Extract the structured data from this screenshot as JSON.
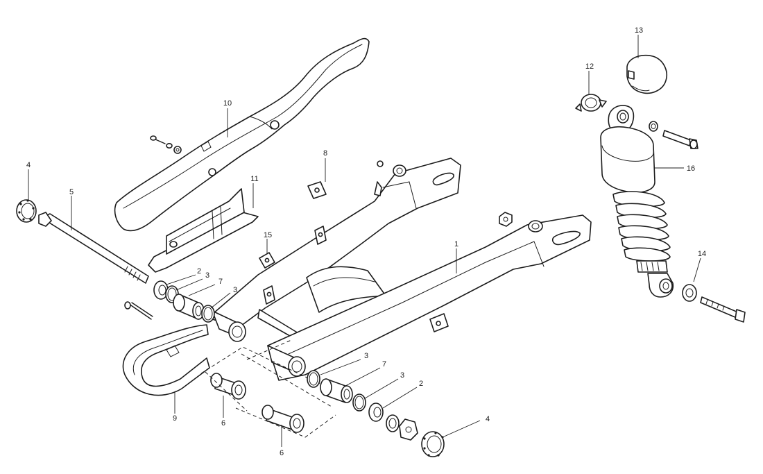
{
  "callouts": [
    {
      "id": "c1",
      "text": "1"
    },
    {
      "id": "c2a",
      "text": "2"
    },
    {
      "id": "c2b",
      "text": "2"
    },
    {
      "id": "c3a",
      "text": "3"
    },
    {
      "id": "c3b",
      "text": "3"
    },
    {
      "id": "c3c",
      "text": "3"
    },
    {
      "id": "c3d",
      "text": "3"
    },
    {
      "id": "c4a",
      "text": "4"
    },
    {
      "id": "c4b",
      "text": "4"
    },
    {
      "id": "c5",
      "text": "5"
    },
    {
      "id": "c6a",
      "text": "6"
    },
    {
      "id": "c6b",
      "text": "6"
    },
    {
      "id": "c7a",
      "text": "7"
    },
    {
      "id": "c7b",
      "text": "7"
    },
    {
      "id": "c8",
      "text": "8"
    },
    {
      "id": "c9",
      "text": "9"
    },
    {
      "id": "c10",
      "text": "10"
    },
    {
      "id": "c11",
      "text": "11"
    },
    {
      "id": "c12",
      "text": "12"
    },
    {
      "id": "c13",
      "text": "13"
    },
    {
      "id": "c14",
      "text": "14"
    },
    {
      "id": "c15",
      "text": "15"
    },
    {
      "id": "c16",
      "text": "16"
    }
  ]
}
